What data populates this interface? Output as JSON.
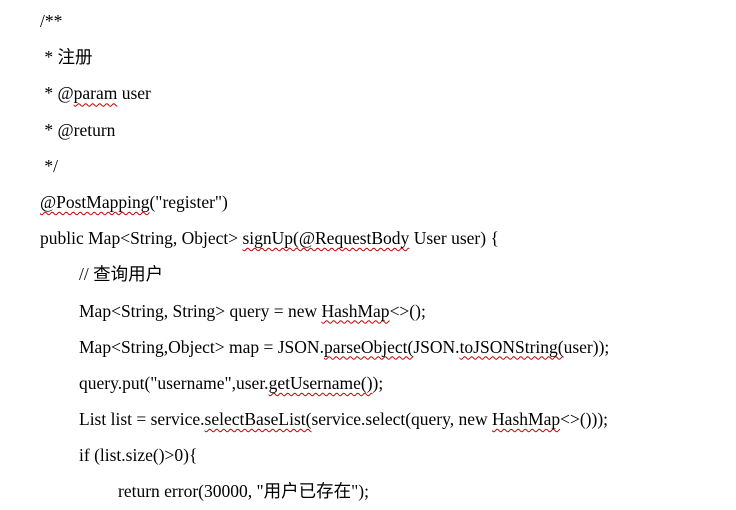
{
  "document": {
    "type": "word-processor-code-snippet",
    "background_color": "#ffffff",
    "text_color": "#000000",
    "spellcheck_squiggle_color": "#c00000",
    "lines": [
      {
        "indent": 0,
        "segments": [
          {
            "text": "/**"
          }
        ]
      },
      {
        "indent": 0,
        "segments": [
          {
            "text": " * 注册"
          }
        ]
      },
      {
        "indent": 0,
        "segments": [
          {
            "text": " * @"
          },
          {
            "text": "param",
            "misspelled": true
          },
          {
            "text": " user"
          }
        ]
      },
      {
        "indent": 0,
        "segments": [
          {
            "text": " * @return"
          }
        ]
      },
      {
        "indent": 0,
        "segments": [
          {
            "text": " */"
          }
        ]
      },
      {
        "indent": 0,
        "segments": [
          {
            "text": "@PostMapping",
            "misspelled": true
          },
          {
            "text": "(\"register\")"
          }
        ]
      },
      {
        "indent": 0,
        "segments": [
          {
            "text": "public Map<String, Object> "
          },
          {
            "text": "signUp(@RequestBody",
            "misspelled": true
          },
          {
            "text": " User user) {"
          }
        ]
      },
      {
        "indent": 1,
        "segments": [
          {
            "text": "// 查询用户"
          }
        ]
      },
      {
        "indent": 1,
        "segments": [
          {
            "text": "Map<String, String> query = new "
          },
          {
            "text": "HashMap",
            "misspelled": true
          },
          {
            "text": "<>();"
          }
        ]
      },
      {
        "indent": 1,
        "segments": [
          {
            "text": "Map<String,Object> map = JSON."
          },
          {
            "text": "parseObject(",
            "misspelled": true
          },
          {
            "text": "JSON."
          },
          {
            "text": "toJSONString(",
            "misspelled": true
          },
          {
            "text": "user));"
          }
        ]
      },
      {
        "indent": 1,
        "segments": [
          {
            "text": "query.put(\"username\",user."
          },
          {
            "text": "getUsername()",
            "misspelled": true
          },
          {
            "text": ");"
          }
        ]
      },
      {
        "indent": 1,
        "segments": [
          {
            "text": "List list = service."
          },
          {
            "text": "selectBaseList(",
            "misspelled": true
          },
          {
            "text": "service.select(query, new "
          },
          {
            "text": "HashMap",
            "misspelled": true
          },
          {
            "text": "<>()));"
          }
        ]
      },
      {
        "indent": 1,
        "segments": [
          {
            "text": "if (list.size()>0){"
          }
        ]
      },
      {
        "indent": 2,
        "segments": [
          {
            "text": "return error(30000, \"用户已存在\");"
          }
        ]
      }
    ]
  }
}
